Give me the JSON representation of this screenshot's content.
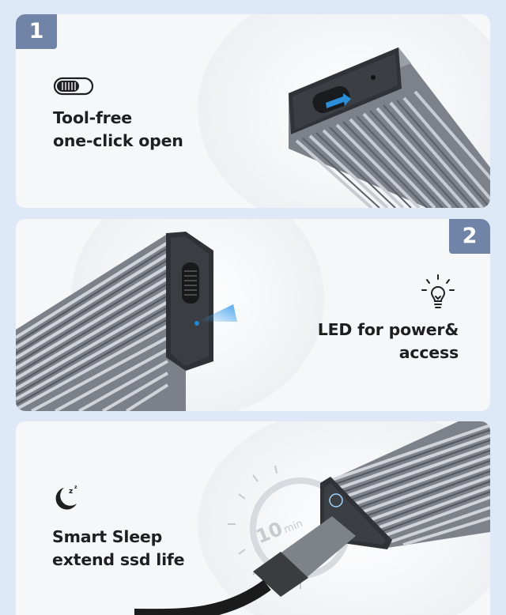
{
  "panel1": {
    "number": "1",
    "icon": "slide-switch-icon",
    "line1": "Tool-free",
    "line2": "one-click open"
  },
  "panel2": {
    "number": "2",
    "icon": "light-bulb-icon",
    "line1": "LED for power&",
    "line2": "access"
  },
  "panel3": {
    "icon": "moon-sleep-icon",
    "line1": "Smart Sleep",
    "line2": "extend ssd life",
    "timer_value": "10",
    "timer_unit": "min"
  },
  "colors": {
    "background": "#dde9f6",
    "badge": "#6f84a6",
    "text": "#1f1f1f",
    "led": "#1e88d6"
  }
}
